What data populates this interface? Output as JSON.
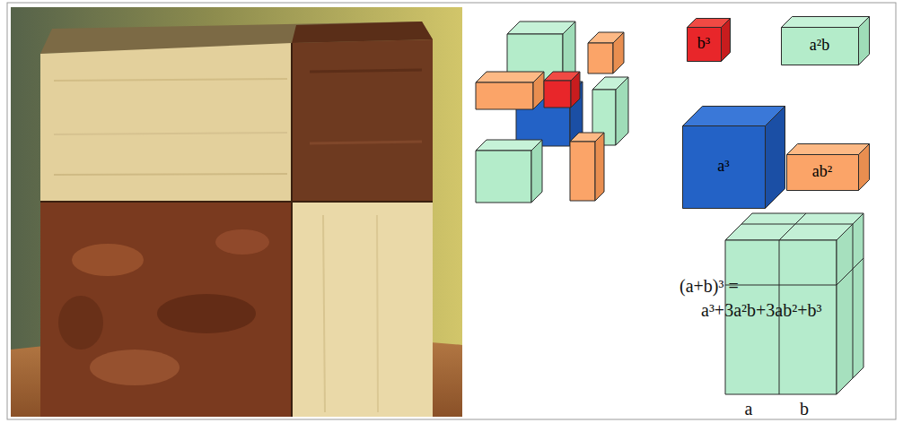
{
  "diagram": {
    "nodes": [
      {
        "text": [
          "b³"
        ]
      },
      {
        "text": [
          "a²b"
        ]
      },
      {
        "text": [
          "a³"
        ]
      },
      {
        "text": [
          "ab²"
        ]
      }
    ],
    "labels": [
      "(a+b)³ = a³+3a²b+3ab²+b³",
      "a",
      "b"
    ]
  }
}
